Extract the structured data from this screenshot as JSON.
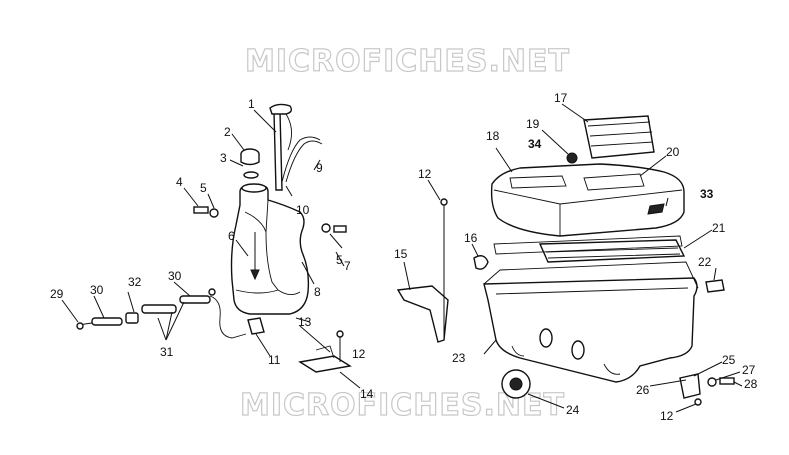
{
  "watermark": {
    "top": "MICROFICHES.NET",
    "bottom": "MICROFICHES.NET"
  },
  "callouts": [
    {
      "id": "c1",
      "text": "1"
    },
    {
      "id": "c2",
      "text": "2"
    },
    {
      "id": "c3",
      "text": "3"
    },
    {
      "id": "c4",
      "text": "4"
    },
    {
      "id": "c5a",
      "text": "5"
    },
    {
      "id": "c5b",
      "text": "5"
    },
    {
      "id": "c6",
      "text": "6"
    },
    {
      "id": "c7",
      "text": "7"
    },
    {
      "id": "c8",
      "text": "8"
    },
    {
      "id": "c9",
      "text": "9"
    },
    {
      "id": "c10",
      "text": "10"
    },
    {
      "id": "c11",
      "text": "11"
    },
    {
      "id": "c12a",
      "text": "12"
    },
    {
      "id": "c12b",
      "text": "12"
    },
    {
      "id": "c12c",
      "text": "12"
    },
    {
      "id": "c13",
      "text": "13"
    },
    {
      "id": "c14",
      "text": "14"
    },
    {
      "id": "c15",
      "text": "15"
    },
    {
      "id": "c16",
      "text": "16"
    },
    {
      "id": "c17",
      "text": "17"
    },
    {
      "id": "c18",
      "text": "18"
    },
    {
      "id": "c19",
      "text": "19"
    },
    {
      "id": "c20",
      "text": "20"
    },
    {
      "id": "c21",
      "text": "21"
    },
    {
      "id": "c22",
      "text": "22"
    },
    {
      "id": "c23",
      "text": "23"
    },
    {
      "id": "c24",
      "text": "24"
    },
    {
      "id": "c25",
      "text": "25"
    },
    {
      "id": "c26",
      "text": "26"
    },
    {
      "id": "c27",
      "text": "27"
    },
    {
      "id": "c28",
      "text": "28"
    },
    {
      "id": "c29",
      "text": "29"
    },
    {
      "id": "c30a",
      "text": "30"
    },
    {
      "id": "c30b",
      "text": "30"
    },
    {
      "id": "c31",
      "text": "31"
    },
    {
      "id": "c32",
      "text": "32"
    },
    {
      "id": "c33",
      "text": "33"
    },
    {
      "id": "c34",
      "text": "34"
    }
  ]
}
